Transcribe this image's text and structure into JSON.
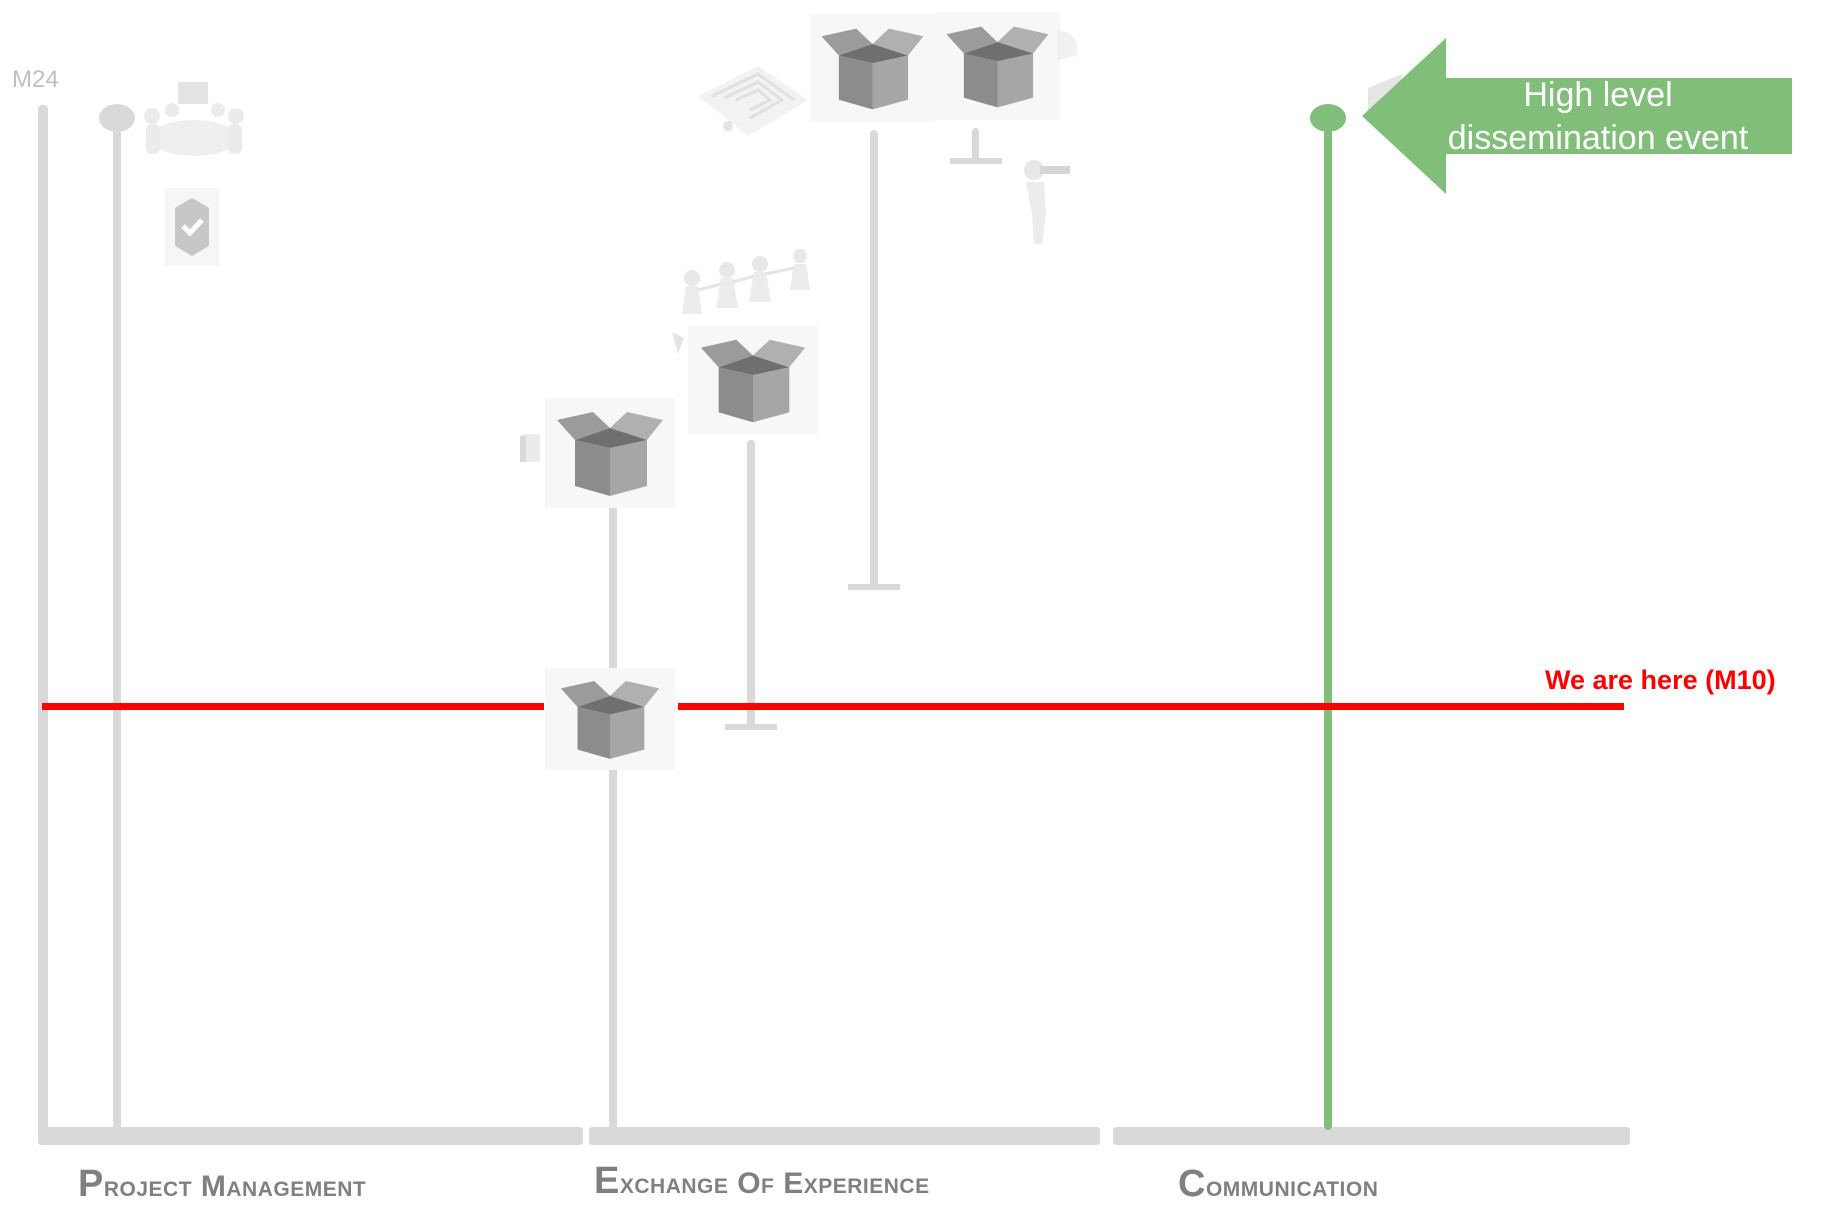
{
  "timeline_top_label": "M24",
  "current_marker": {
    "label": "We are here (M10)",
    "color": "#ff0000"
  },
  "callout": {
    "text": "High level dissemination event",
    "color": "#81be7a"
  },
  "tracks": [
    {
      "label": "Project Management"
    },
    {
      "label": "Exchange Of Experience"
    },
    {
      "label": "Communication"
    }
  ],
  "colors": {
    "inactive": "#d9d9d9",
    "active": "#81be7a",
    "label": "#808080"
  },
  "icons": [
    "meeting-icon",
    "badge-icon",
    "maze-icon",
    "box-icon",
    "team-icon",
    "binoculars-figure-icon",
    "document-icon"
  ]
}
